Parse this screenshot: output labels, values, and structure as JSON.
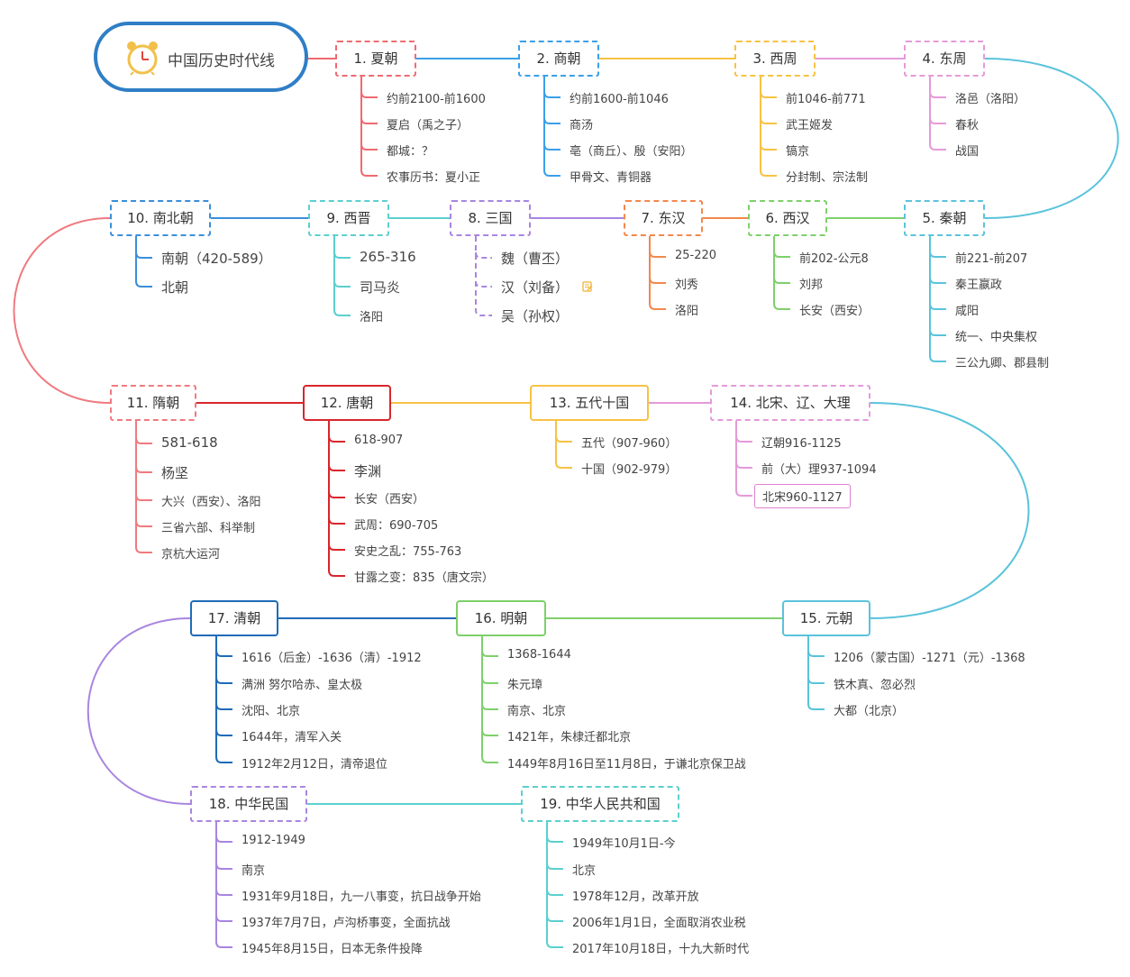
{
  "title": "中国历史时代线",
  "dynasties": [
    {
      "id": "xia",
      "label": "1. 夏朝",
      "color": "#ef6a70",
      "style": "dashed",
      "items": [
        "约前2100-前1600",
        "夏启（禹之子）",
        "都城：？",
        "农事历书：夏小正"
      ]
    },
    {
      "id": "shang",
      "label": "2. 商朝",
      "color": "#3aa0e8",
      "style": "dashed",
      "items": [
        "约前1600-前1046",
        "商汤",
        "亳（商丘）、殷（安阳）",
        "甲骨文、青铜器"
      ]
    },
    {
      "id": "xizhou",
      "label": "3. 西周",
      "color": "#f7c244",
      "style": "dashed",
      "items": [
        "前1046-前771",
        "武王姬发",
        "镐京",
        "分封制、宗法制"
      ]
    },
    {
      "id": "dongzhou",
      "label": "4. 东周",
      "color": "#e59ad9",
      "style": "dashed",
      "items": [
        "洛邑（洛阳）",
        "春秋",
        "战国"
      ]
    },
    {
      "id": "qin",
      "label": "5. 秦朝",
      "color": "#5ac3db",
      "style": "dashed",
      "items": [
        "前221-前207",
        "秦王嬴政",
        "咸阳",
        "统一、中央集权",
        "三公九卿、郡县制"
      ]
    },
    {
      "id": "xihan",
      "label": "6. 西汉",
      "color": "#7ed06a",
      "style": "dashed",
      "items": [
        "前202-公元8",
        "刘邦",
        "长安（西安）"
      ]
    },
    {
      "id": "donghan",
      "label": "7. 东汉",
      "color": "#f2884c",
      "style": "dashed",
      "items": [
        "25-220",
        "刘秀",
        "洛阳"
      ]
    },
    {
      "id": "sanguo",
      "label": "8. 三国",
      "color": "#a985e0",
      "style": "dashed",
      "items": [
        "魏（曹丕）",
        "汉（刘备）",
        "吴（孙权）"
      ]
    },
    {
      "id": "xijin",
      "label": "9. 西晋",
      "color": "#5ccfcf",
      "style": "dashed",
      "items": [
        "265-316",
        "司马炎",
        "洛阳"
      ]
    },
    {
      "id": "nanbeichao",
      "label": "10. 南北朝",
      "color": "#3a8fd9",
      "style": "dashed",
      "items": [
        "南朝（420-589）",
        "北朝"
      ]
    },
    {
      "id": "sui",
      "label": "11. 隋朝",
      "color": "#f07a80",
      "style": "dashed",
      "items": [
        "581-618",
        "杨坚",
        "大兴（西安）、洛阳",
        "三省六部、科举制",
        "京杭大运河"
      ]
    },
    {
      "id": "tang",
      "label": "12. 唐朝",
      "color": "#d8262b",
      "style": "solid",
      "items": [
        "618-907",
        "李渊",
        "长安（西安）",
        "武周：690-705",
        "安史之乱：755-763",
        "甘露之变：835（唐文宗）"
      ]
    },
    {
      "id": "wudai",
      "label": "13. 五代十国",
      "color": "#f7c244",
      "style": "solid",
      "items": [
        "五代（907-960）",
        "十国（902-979）"
      ]
    },
    {
      "id": "bei",
      "label": "14. 北宋、辽、大理",
      "color": "#e59ad9",
      "style": "dashed",
      "items": [
        "辽朝916-1125",
        "前（大）理937-1094",
        "北宋960-1127"
      ]
    },
    {
      "id": "yuan",
      "label": "15. 元朝",
      "color": "#5ac3db",
      "style": "solid",
      "items": [
        "1206（蒙古国）-1271（元）-1368",
        "铁木真、忽必烈",
        "大都（北京）"
      ]
    },
    {
      "id": "ming",
      "label": "16. 明朝",
      "color": "#7ed06a",
      "style": "solid",
      "items": [
        "1368-1644",
        "朱元璋",
        "南京、北京",
        "1421年，朱棣迁都北京",
        "1449年8月16日至11月8日，于谦北京保卫战"
      ]
    },
    {
      "id": "qing",
      "label": "17. 清朝",
      "color": "#1f6bb8",
      "style": "solid",
      "items": [
        "1616（后金）-1636（清）-1912",
        "满洲 努尔哈赤、皇太极",
        "沈阳、北京",
        "1644年，清军入关",
        "1912年2月12日，清帝退位"
      ]
    },
    {
      "id": "minguo",
      "label": "18. 中华民国",
      "color": "#a985e0",
      "style": "dashed",
      "items": [
        "1912-1949",
        "南京",
        "1931年9月18日，九一八事变，抗日战争开始",
        "1937年7月7日，卢沟桥事变，全面抗战",
        "1945年8月15日，日本无条件投降"
      ]
    },
    {
      "id": "prc",
      "label": "19. 中华人民共和国",
      "color": "#5ccfcf",
      "style": "dashed",
      "items": [
        "1949年10月1日-今",
        "北京",
        "1978年12月，改革开放",
        "2006年1月1日，全面取消农业税",
        "2017年10月18日，十九大新时代"
      ]
    }
  ],
  "colors": {
    "root_border": "#2f7ec6",
    "note_icon": "#f2b233",
    "clock": "#f2c04a"
  },
  "icons": {
    "root": "alarm-clock-icon",
    "note": "note-icon"
  }
}
